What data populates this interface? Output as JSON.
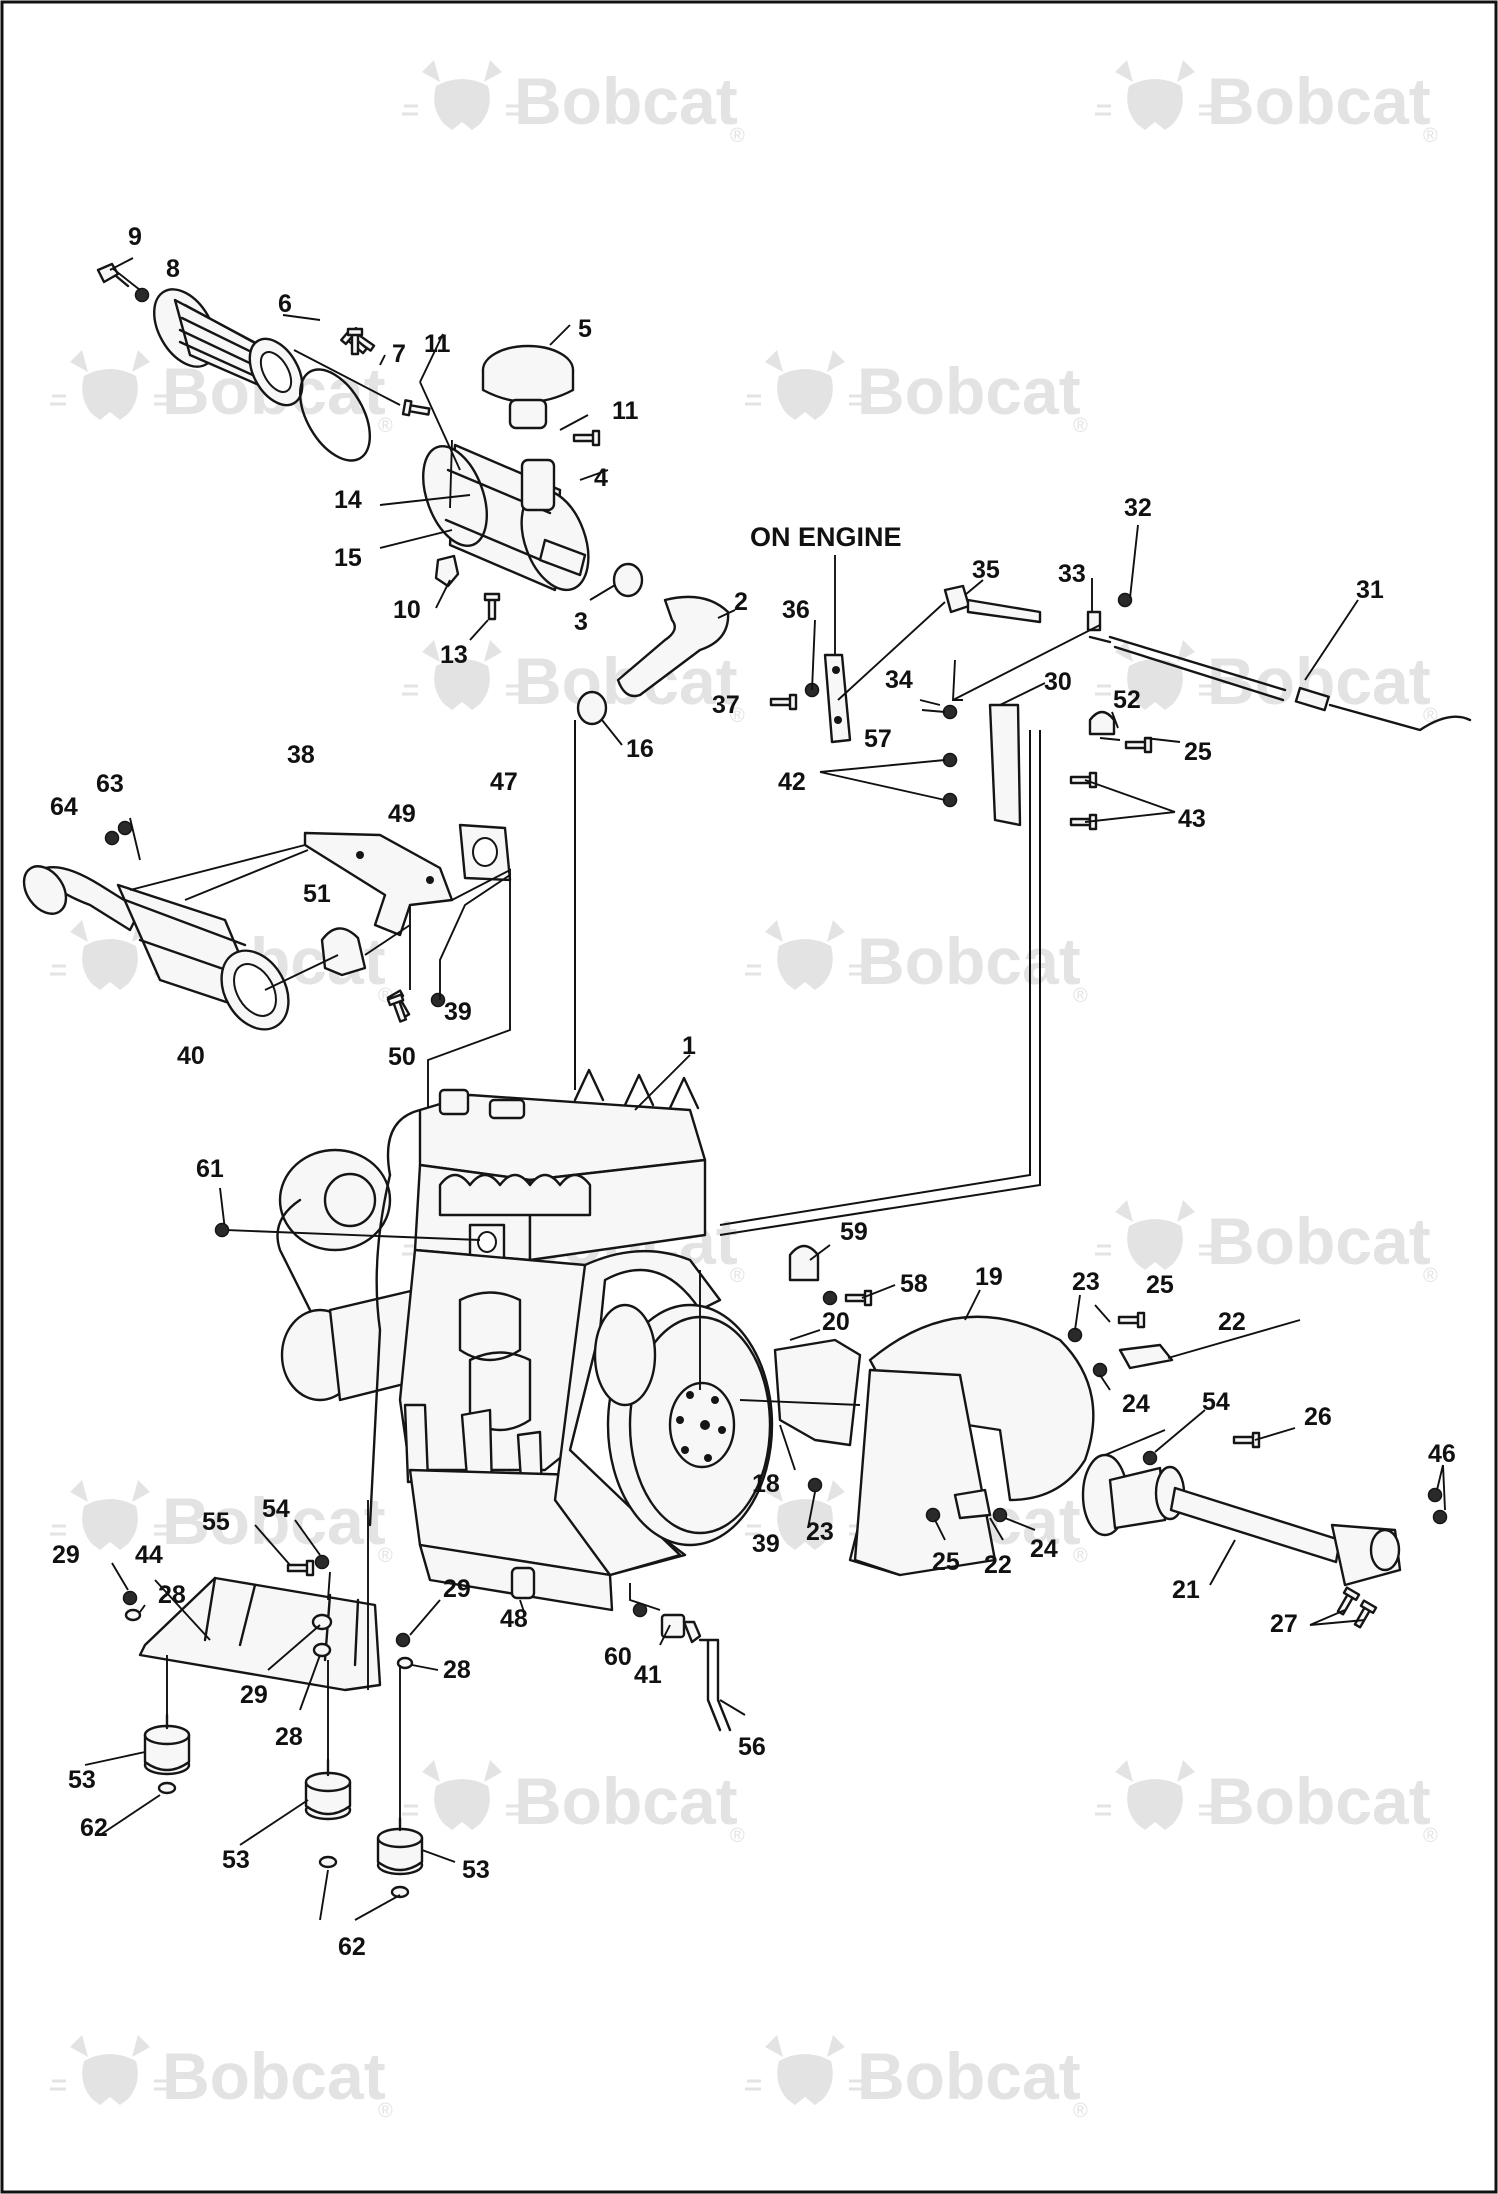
{
  "diagram": {
    "watermark_text": "Bobcat",
    "watermark_mark": "®",
    "section_label": "ON ENGINE",
    "labels": {
      "l1": "1",
      "l2": "2",
      "l3": "3",
      "l4": "4",
      "l5": "5",
      "l6": "6",
      "l7": "7",
      "l8": "8",
      "l9": "9",
      "l10": "10",
      "l11a": "11",
      "l11b": "11",
      "l13": "13",
      "l14": "14",
      "l15": "15",
      "l16": "16",
      "l18": "18",
      "l19": "19",
      "l20": "20",
      "l21": "21",
      "l22a": "22",
      "l22b": "22",
      "l23a": "23",
      "l23b": "23",
      "l24a": "24",
      "l24b": "24",
      "l25a": "25",
      "l25b": "25",
      "l25c": "25",
      "l26": "26",
      "l27": "27",
      "l28a": "28",
      "l28b": "28",
      "l28c": "28",
      "l29a": "29",
      "l29b": "29",
      "l29c": "29",
      "l30": "30",
      "l31": "31",
      "l32": "32",
      "l33": "33",
      "l34": "34",
      "l35": "35",
      "l36": "36",
      "l37": "37",
      "l38": "38",
      "l39a": "39",
      "l39b": "39",
      "l40": "40",
      "l41": "41",
      "l42": "42",
      "l43": "43",
      "l44": "44",
      "l46": "46",
      "l47": "47",
      "l48": "48",
      "l49": "49",
      "l50": "50",
      "l51": "51",
      "l52": "52",
      "l53a": "53",
      "l53b": "53",
      "l53c": "53",
      "l54a": "54",
      "l54b": "54",
      "l55": "55",
      "l56": "56",
      "l57": "57",
      "l58": "58",
      "l59": "59",
      "l60": "60",
      "l61": "61",
      "l62a": "62",
      "l62b": "62",
      "l63": "63",
      "l64": "64"
    }
  }
}
